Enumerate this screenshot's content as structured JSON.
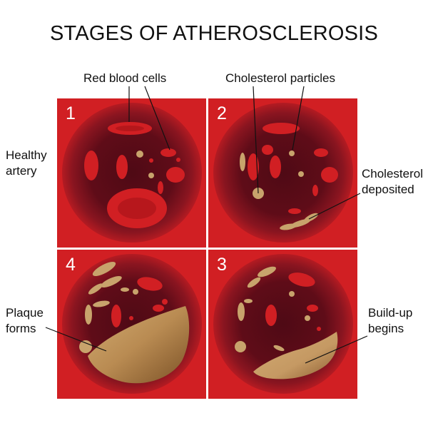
{
  "title": "STAGES OF ATHEROSCLEROSIS",
  "labels": {
    "red_blood_cells": "Red blood cells",
    "cholesterol_particles": "Cholesterol particles",
    "healthy_artery_line1": "Healthy",
    "healthy_artery_line2": "artery",
    "cholesterol_deposited_line1": "Cholesterol",
    "cholesterol_deposited_line2": "deposited",
    "plaque_forms_line1": "Plaque",
    "plaque_forms_line2": "forms",
    "buildup_begins_line1": "Build-up",
    "buildup_begins_line2": "begins"
  },
  "panels": [
    {
      "number": "1"
    },
    {
      "number": "2"
    },
    {
      "number": "4"
    },
    {
      "number": "3"
    }
  ],
  "colors": {
    "panel_outer": "#d11f23",
    "panel_lumen_center": "#4f0a15",
    "panel_lumen_mid": "#8a1520",
    "red_blood_cell": "#d11f23",
    "cholesterol_particle": "#c8a36c",
    "plaque": "#b98b52",
    "label_text": "#111111",
    "panel_number": "#ffffff",
    "leader_line": "#111111"
  }
}
